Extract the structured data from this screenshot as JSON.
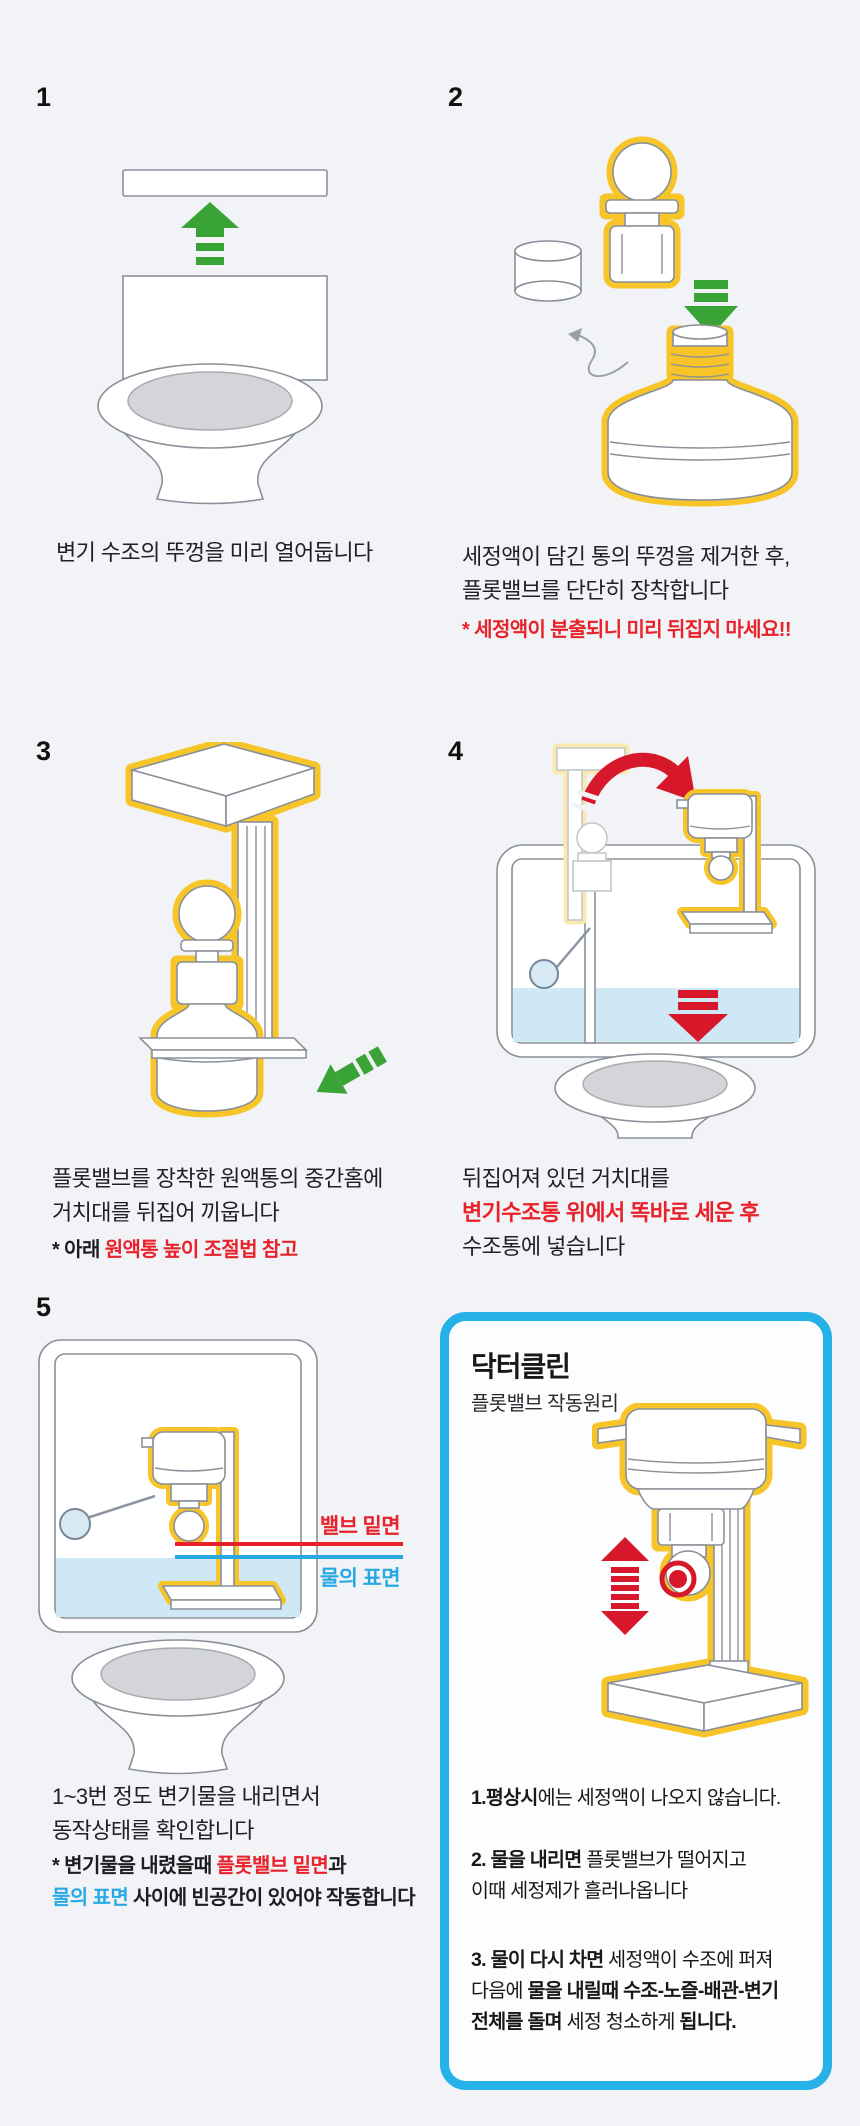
{
  "colors": {
    "background": "#f1f3f6",
    "accent_red": "#e8212a",
    "accent_green": "#3aa336",
    "accent_yellow": "#f7c527",
    "accent_blue": "#27b1e9",
    "water_blue": "#cfe8f6"
  },
  "s1": {
    "num": "1",
    "cap": "변기 수조의 뚜껑을 미리 열어둡니다"
  },
  "s2": {
    "num": "2",
    "cap1": "세정액이 담긴 통의 뚜껑을 제거한 후,",
    "cap2": "플롯밸브를 단단히 장착합니다",
    "note": "* 세정액이 분출되니 미리 뒤집지  마세요!!"
  },
  "s3": {
    "num": "3",
    "cap1": "플롯밸브를 장착한 원액통의 중간홈에",
    "cap2": "거치대를 뒤집어 끼웁니다",
    "note_a": "* 아래 ",
    "note_b": "원액통 높이 조절법 참고"
  },
  "s4": {
    "num": "4",
    "cap1": "뒤집어져 있던 거치대를",
    "cap2": "변기수조통 위에서 똑바로 세운 후",
    "cap3": "수조통에 넣습니다"
  },
  "s5": {
    "num": "5",
    "cap1": "1~3번 정도 변기물을 내리면서",
    "cap2": "동작상태를 확인합니다",
    "note1_a": "* 변기물을 내렸을때 ",
    "note1_b": "플롯밸브 밑면",
    "note1_c": "과",
    "note2_a": "물의 표면",
    "note2_b": " 사이에 빈공간이 있어야 작동합니다",
    "label_valve": "밸브 밑면",
    "label_water": "물의 표면"
  },
  "box": {
    "title": "닥터클린",
    "subtitle": "플롯밸브 작동원리",
    "p1_b": "1.평상시",
    "p1_r": "에는 세정액이 나오지 않습니다.",
    "p2_b": "2. 물을 내리면",
    "p2_r": "  플롯밸브가 떨어지고",
    "p2_l2": "이때 세정제가 흘러나옵니다",
    "p3_b": "3. 물이 다시 차면",
    "p3_r": " 세정액이 수조에 퍼져",
    "p3_l2a": "다음에 ",
    "p3_l2b": "물을 내릴때 수조-노즐-배관-변기",
    "p3_l3a": "전체를 돌며",
    "p3_l3b": " 세정 청소하게 ",
    "p3_l3c": " 됩니다."
  }
}
